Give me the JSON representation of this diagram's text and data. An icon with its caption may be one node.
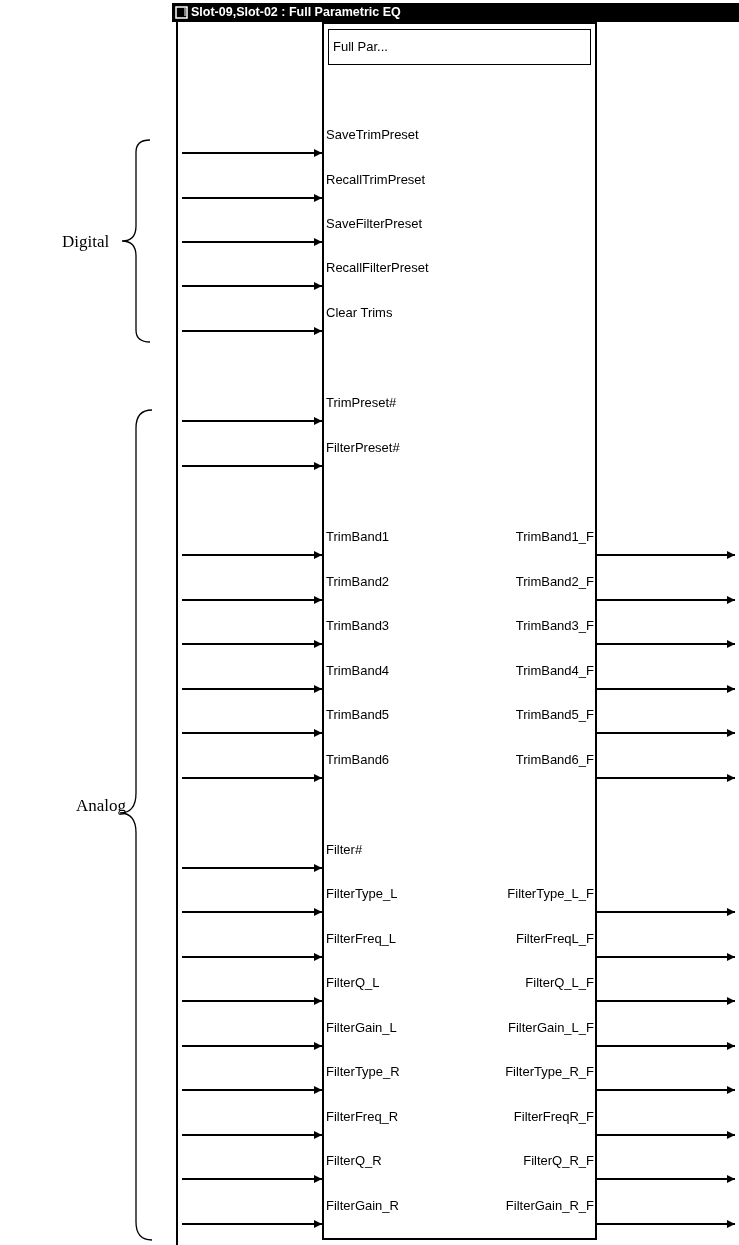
{
  "diagram": {
    "title": "Slot-09,Slot-02 : Full Parametric EQ",
    "nodes": [
      {
        "text": [
          "Full Par..."
        ]
      },
      {
        "text": [
          "SaveTrimPreset"
        ],
        "in": 0
      },
      {
        "text": [
          "RecallTrimPreset"
        ],
        "in": 0
      },
      {
        "text": [
          "SaveFilterPreset"
        ],
        "in": 0
      },
      {
        "text": [
          "RecallFilterPreset"
        ],
        "in": 0
      },
      {
        "text": [
          "Clear Trims"
        ],
        "in": 0
      },
      {
        "text": [
          "TrimPreset#"
        ],
        "in": 0
      },
      {
        "text": [
          "FilterPreset#"
        ],
        "in": 0
      },
      {
        "text": [
          "TrimBand1"
        ],
        "in": 0
      },
      {
        "text": [
          "TrimBand1_F"
        ],
        "in": 0
      },
      {
        "text": [
          "TrimBand2"
        ],
        "in": 0
      },
      {
        "text": [
          "TrimBand2_F"
        ],
        "in": 0
      },
      {
        "text": [
          "TrimBand3"
        ],
        "in": 0
      },
      {
        "text": [
          "TrimBand3_F"
        ],
        "in": 0
      },
      {
        "text": [
          "TrimBand4"
        ],
        "in": 0
      },
      {
        "text": [
          "TrimBand4_F"
        ],
        "in": 0
      },
      {
        "text": [
          "TrimBand5"
        ],
        "in": 0
      },
      {
        "text": [
          "TrimBand5_F"
        ],
        "in": 0
      },
      {
        "text": [
          "TrimBand6"
        ],
        "in": 0
      },
      {
        "text": [
          "TrimBand6_F"
        ],
        "in": 0
      },
      {
        "text": [
          "Filter#"
        ],
        "in": 0
      },
      {
        "text": [
          "FilterType_L"
        ],
        "in": 0
      },
      {
        "text": [
          "FilterType_L_F"
        ],
        "in": 0
      },
      {
        "text": [
          "FilterFreq_L"
        ],
        "in": 0
      },
      {
        "text": [
          "FilterFreqL_F"
        ],
        "in": 0
      },
      {
        "text": [
          "FilterQ_L"
        ],
        "in": 0
      },
      {
        "text": [
          "FilterQ_L_F"
        ],
        "in": 0
      },
      {
        "text": [
          "FilterGain_L"
        ],
        "in": 0
      },
      {
        "text": [
          "FilterGain_L_F"
        ],
        "in": 0
      },
      {
        "text": [
          "FilterType_R"
        ],
        "in": 0
      },
      {
        "text": [
          "FilterType_R_F"
        ],
        "in": 0
      },
      {
        "text": [
          "FilterFreq_R"
        ],
        "in": 0
      },
      {
        "text": [
          "FilterFreqR_F"
        ],
        "in": 0
      },
      {
        "text": [
          "FilterQ_R"
        ],
        "in": 0
      },
      {
        "text": [
          "FilterQ_R_F"
        ],
        "in": 0
      },
      {
        "text": [
          "FilterGain_R"
        ],
        "in": 0
      },
      {
        "text": [
          "FilterGain_R_F"
        ],
        "in": 0
      }
    ],
    "edges": [
      {
        "from": null,
        "to": 1,
        "arrow": "to"
      },
      {
        "from": null,
        "to": 2,
        "arrow": "to"
      },
      {
        "from": null,
        "to": 3,
        "arrow": "to"
      },
      {
        "from": null,
        "to": 4,
        "arrow": "to"
      },
      {
        "from": null,
        "to": 5,
        "arrow": "to"
      },
      {
        "from": null,
        "to": 6,
        "arrow": "to"
      },
      {
        "from": null,
        "to": 7,
        "arrow": "to"
      },
      {
        "from": null,
        "to": 8,
        "arrow": "to"
      },
      {
        "from": 9,
        "to": null,
        "arrow": "to"
      },
      {
        "from": null,
        "to": 10,
        "arrow": "to"
      },
      {
        "from": 11,
        "to": null,
        "arrow": "to"
      },
      {
        "from": null,
        "to": 12,
        "arrow": "to"
      },
      {
        "from": 13,
        "to": null,
        "arrow": "to"
      },
      {
        "from": null,
        "to": 14,
        "arrow": "to"
      },
      {
        "from": 15,
        "to": null,
        "arrow": "to"
      },
      {
        "from": null,
        "to": 16,
        "arrow": "to"
      },
      {
        "from": 17,
        "to": null,
        "arrow": "to"
      },
      {
        "from": null,
        "to": 18,
        "arrow": "to"
      },
      {
        "from": 19,
        "to": null,
        "arrow": "to"
      },
      {
        "from": null,
        "to": 20,
        "arrow": "to"
      },
      {
        "from": null,
        "to": 21,
        "arrow": "to"
      },
      {
        "from": 22,
        "to": null,
        "arrow": "to"
      },
      {
        "from": null,
        "to": 23,
        "arrow": "to"
      },
      {
        "from": 24,
        "to": null,
        "arrow": "to"
      },
      {
        "from": null,
        "to": 25,
        "arrow": "to"
      },
      {
        "from": 26,
        "to": null,
        "arrow": "to"
      },
      {
        "from": null,
        "to": 27,
        "arrow": "to"
      },
      {
        "from": 28,
        "to": null,
        "arrow": "to"
      },
      {
        "from": null,
        "to": 29,
        "arrow": "to"
      },
      {
        "from": 30,
        "to": null,
        "arrow": "to"
      },
      {
        "from": null,
        "to": 31,
        "arrow": "to"
      },
      {
        "from": 32,
        "to": null,
        "arrow": "to"
      },
      {
        "from": null,
        "to": 33,
        "arrow": "to"
      },
      {
        "from": 34,
        "to": null,
        "arrow": "to"
      },
      {
        "from": null,
        "to": 35,
        "arrow": "to"
      },
      {
        "from": 36,
        "to": null,
        "arrow": "to"
      }
    ],
    "labels": [
      "Digital",
      "Analog"
    ]
  }
}
